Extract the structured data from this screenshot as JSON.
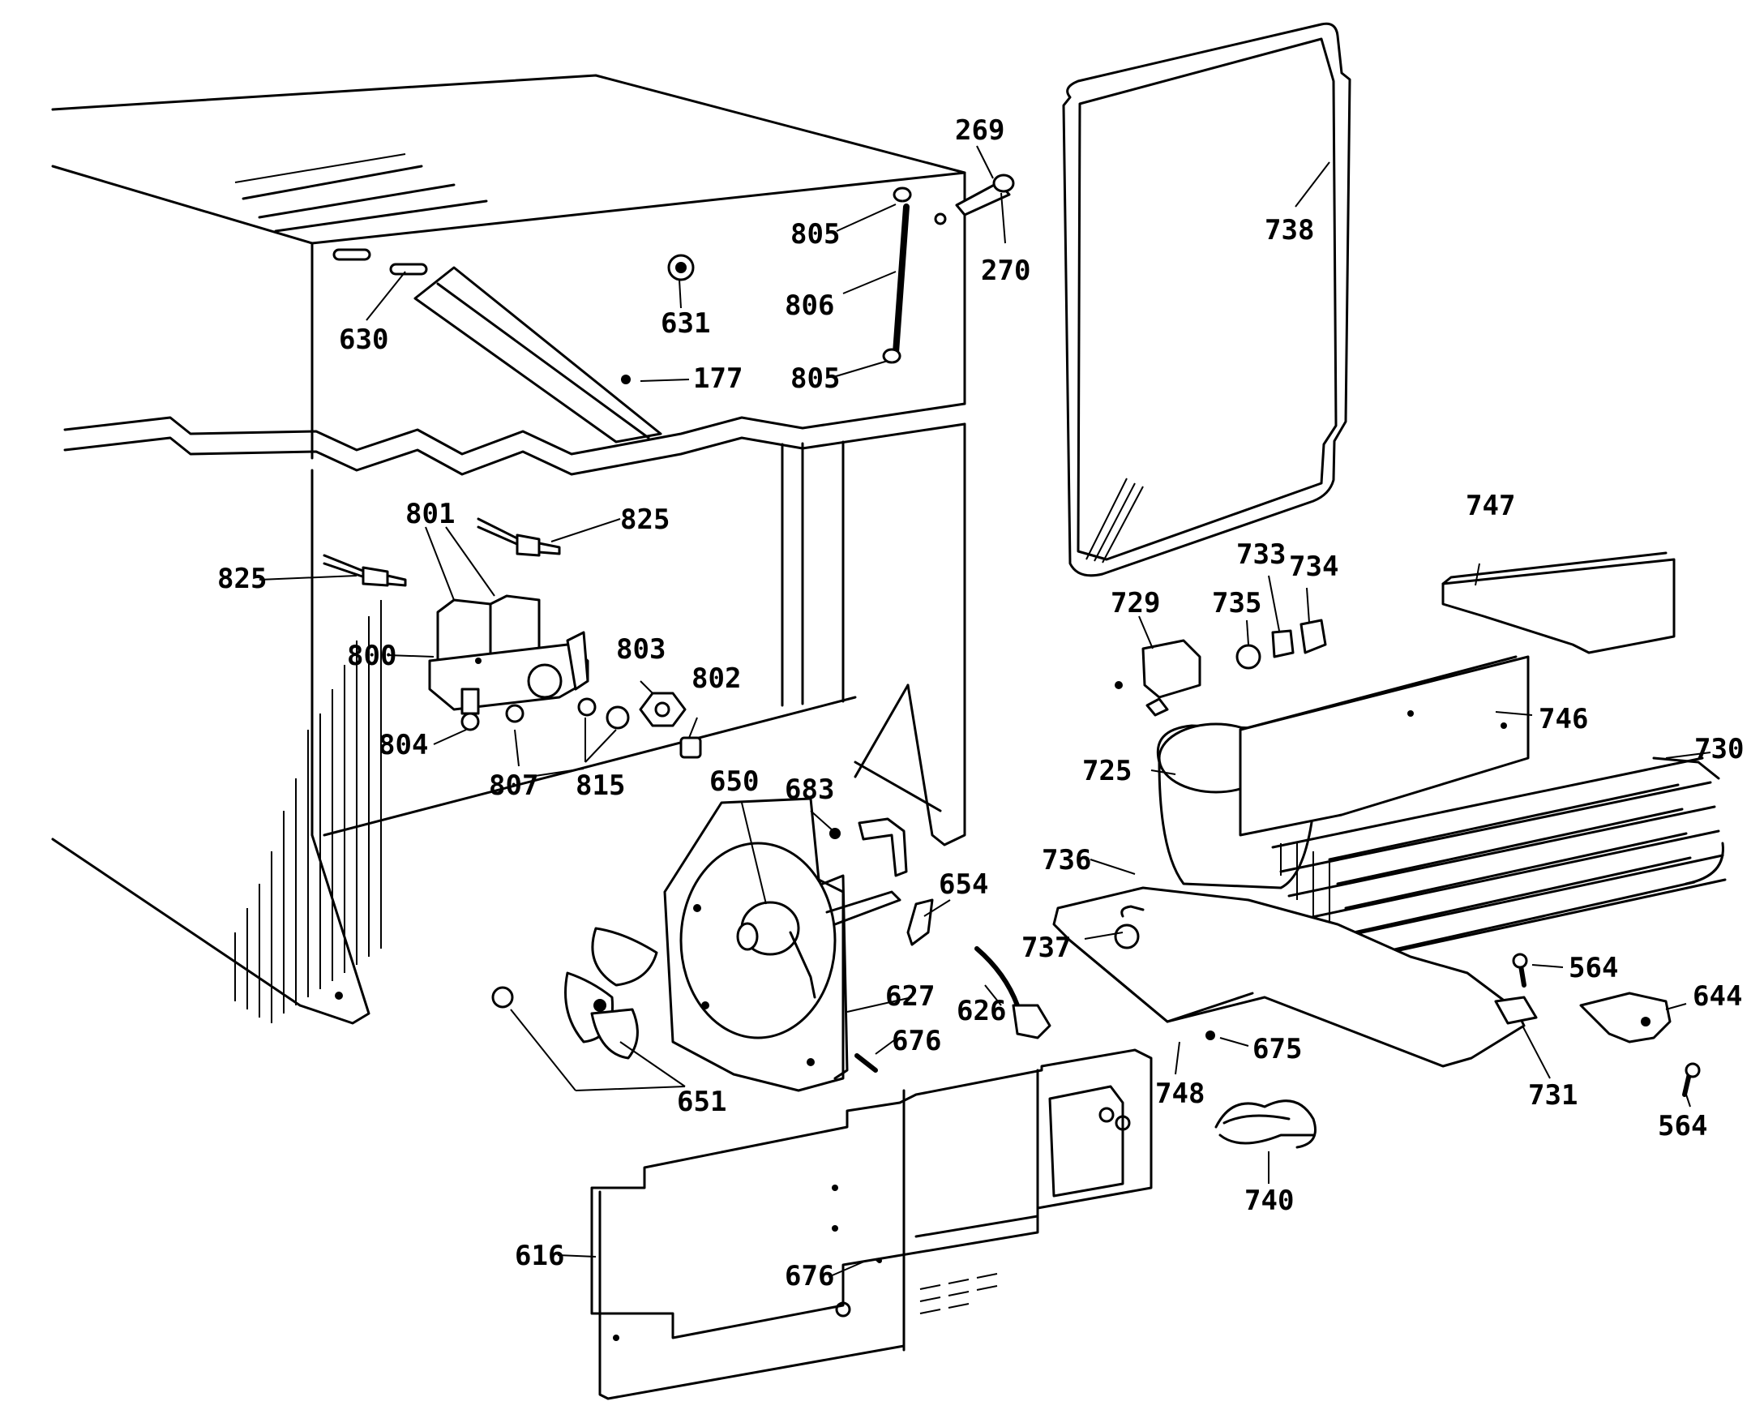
{
  "labels": {
    "p269": "269",
    "p270": "270",
    "p738": "738",
    "p805a": "805",
    "p806": "806",
    "p805b": "805",
    "p631": "631",
    "p630": "630",
    "p177": "177",
    "p801": "801",
    "p825a": "825",
    "p825b": "825",
    "p800": "800",
    "p803": "803",
    "p802": "802",
    "p804": "804",
    "p807": "807",
    "p815": "815",
    "p747": "747",
    "p733": "733",
    "p734": "734",
    "p729": "729",
    "p735": "735",
    "p746": "746",
    "p725": "725",
    "p730": "730",
    "p683": "683",
    "p650": "650",
    "p654": "654",
    "p736": "736",
    "p737": "737",
    "p627": "627",
    "p626": "626",
    "p564a": "564",
    "p644": "644",
    "p676a": "676",
    "p651": "651",
    "p748": "748",
    "p675": "675",
    "p731": "731",
    "p564b": "564",
    "p740": "740",
    "p616": "616",
    "p676b": "676"
  }
}
